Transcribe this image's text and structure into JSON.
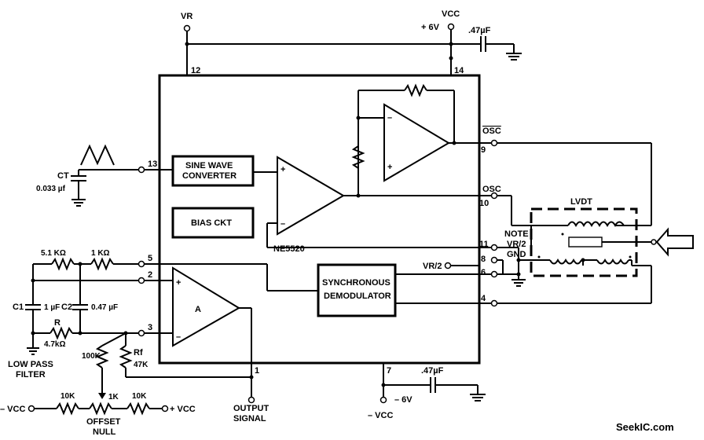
{
  "chip": {
    "part": "NE5520"
  },
  "supply": {
    "vr": "VR",
    "vcc": "VCC",
    "plus6v": "+ 6V",
    "minus6v": "– 6V",
    "minus_vcc": "– VCC",
    "neg_vcc_left": "– VCC",
    "pos_vcc_right": "+ VCC",
    "cap_top": ".47µF",
    "cap_bottom": ".47µF"
  },
  "blocks": {
    "sine_line1": "SINE WAVE",
    "sine_line2": "CONVERTER",
    "bias": "BIAS CKT",
    "sync_line1": "SYNCHRONOUS",
    "sync_line2": "DEMODULATOR",
    "amp": "A"
  },
  "pins": [
    "12",
    "14",
    "13",
    "9",
    "10",
    "11",
    "8",
    "6",
    "5",
    "2",
    "3",
    "4",
    "1",
    "7"
  ],
  "signals": {
    "osc_bar": "OSC",
    "osc": "OSC",
    "vr2": "VR/2",
    "lvdt": "LVDT",
    "note": "NOTE",
    "note_vr2": "VR/2",
    "gnd": "GND",
    "output_line1": "OUTPUT",
    "output_line2": "SIGNAL"
  },
  "components": {
    "ct": "CT",
    "ct_value": "0.033 µf",
    "r51k": "5.1 KΩ",
    "r1k_top": "1 KΩ",
    "c1": "C1",
    "c1_value": "1 µF",
    "c2": "C2",
    "c2_value": "0.47 µF",
    "r": "R",
    "r_value": "4.7kΩ",
    "r100k": "100K",
    "rf": "Rf",
    "rf_value": "47K",
    "r10k_left": "10K",
    "r1k_pot": "1K",
    "r10k_right": "10K",
    "plus_sign": "+",
    "minus_sign": "–"
  },
  "captions": {
    "lpf_line1": "LOW PASS",
    "lpf_line2": "FILTER",
    "offset_line1": "OFFSET",
    "offset_line2": "NULL"
  },
  "watermark": "SeekIC.com"
}
